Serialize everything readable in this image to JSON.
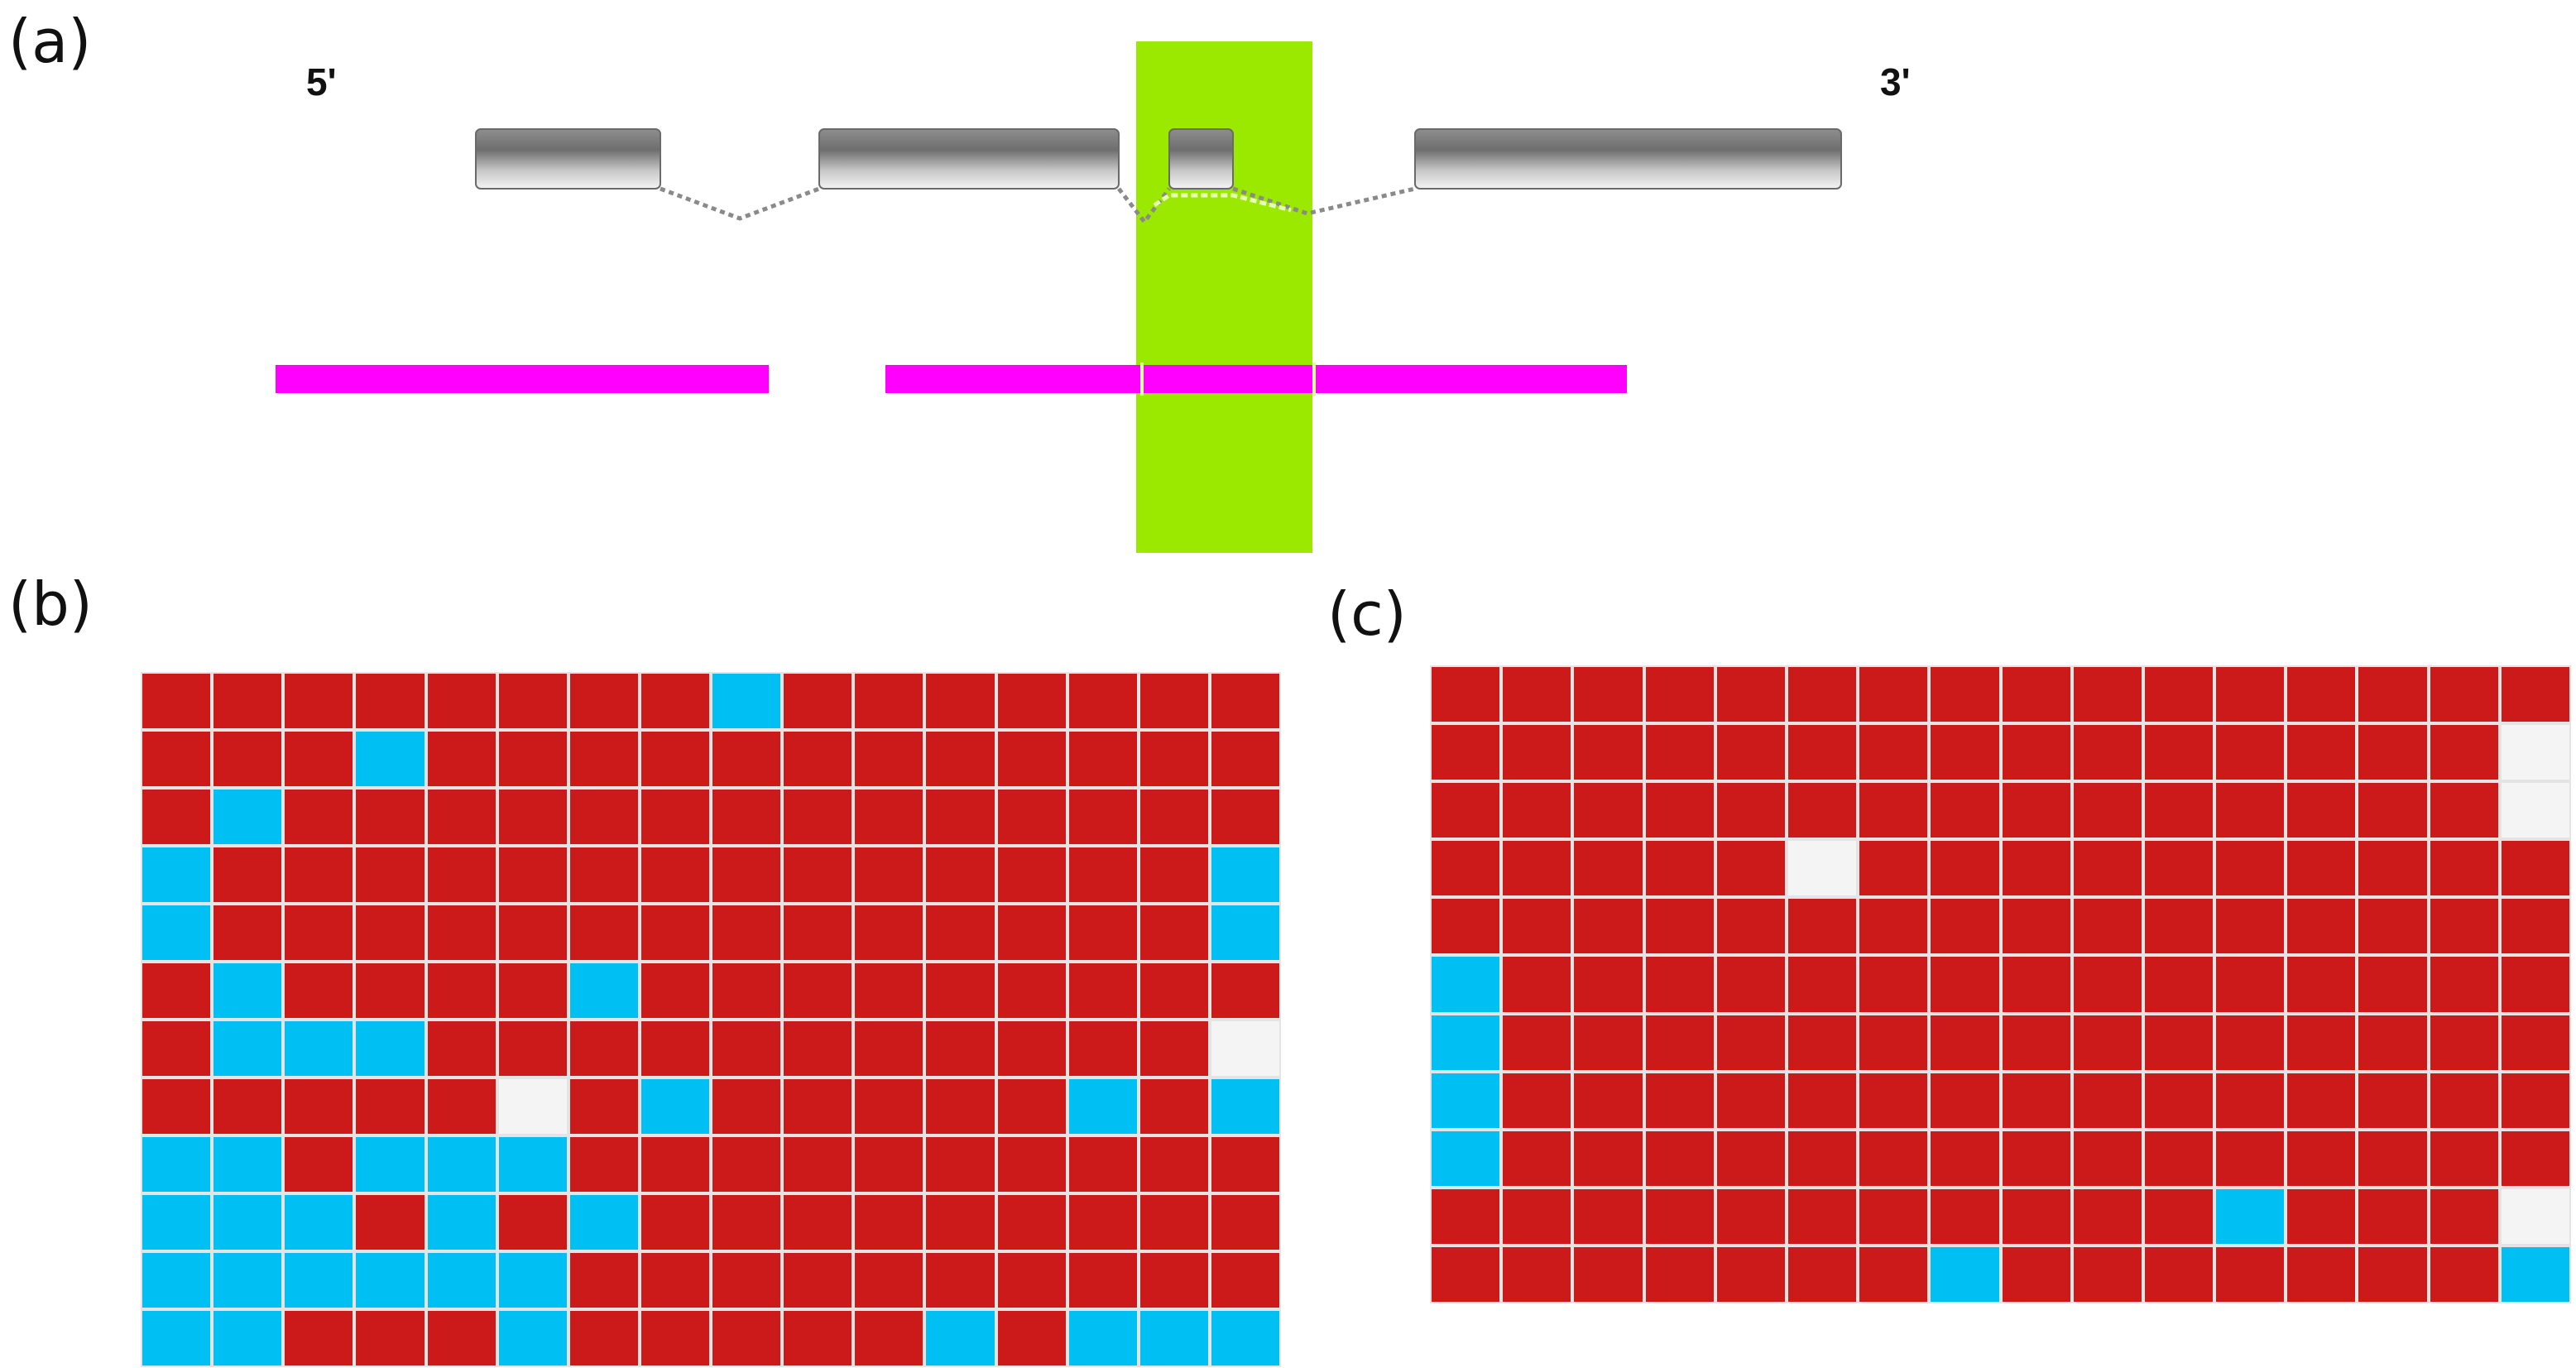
{
  "panels": {
    "a": "(a)",
    "b": "(b)",
    "c": "(c)"
  },
  "gene": {
    "five_prime": "5'",
    "three_prime": "3'"
  },
  "colors": {
    "exon_dark": "#7c7c7c",
    "exon_light": "#f2f2f2",
    "intron_line": "#8a8a8a",
    "read_bar": "#ff00ff",
    "highlight": "#9be800",
    "cell_red": "#cc1a1a",
    "cell_blue": "#00bff2",
    "cell_white": "#f4f4f4",
    "grid_line": "#dcdcdc"
  },
  "grids": {
    "b": {
      "rows": 12,
      "cols": 16,
      "legend": "R = red, B = blue, W = white",
      "cells": [
        "RRRRRRRRBRRRRRRR",
        "RRRBRRRRRRRRRRRR",
        "RBRRRRRRRRRRRRRR",
        "BRRRRRRRRRRRRRRB",
        "BRRRRRRRRRRRRRRB",
        "RBRRRRBRRRRRRRRR",
        "RBBBRRRRRRRRRRRW",
        "RRRRRWRBRRRRRBRB",
        "BBRBBBRRRRRRRRRR",
        "BBBRBRBRRRRRRRRR",
        "BBBBBBRRRRRRRRRR",
        "BBRRRBRRRRRBRBBB"
      ]
    },
    "c": {
      "rows": 11,
      "cols": 16,
      "legend": "R = red, B = blue, W = white",
      "cells": [
        "RRRRRRRRRRRRRRRR",
        "RRRRRRRRRRRRRRRW",
        "RRRRRRRRRRRRRRRW",
        "RRRRRWRRRRRRRRRR",
        "RRRRRRRRRRRRRRRR",
        "BRRRRRRRRRRRRRRR",
        "BRRRRRRRRRRRRRRR",
        "BRRRRRRRRRRRRRRR",
        "BRRRRRRRRRRRRRRR",
        "RRRRRRRRRRRBRRRW",
        "RRRRRRRBRRRRRRRB"
      ]
    }
  }
}
